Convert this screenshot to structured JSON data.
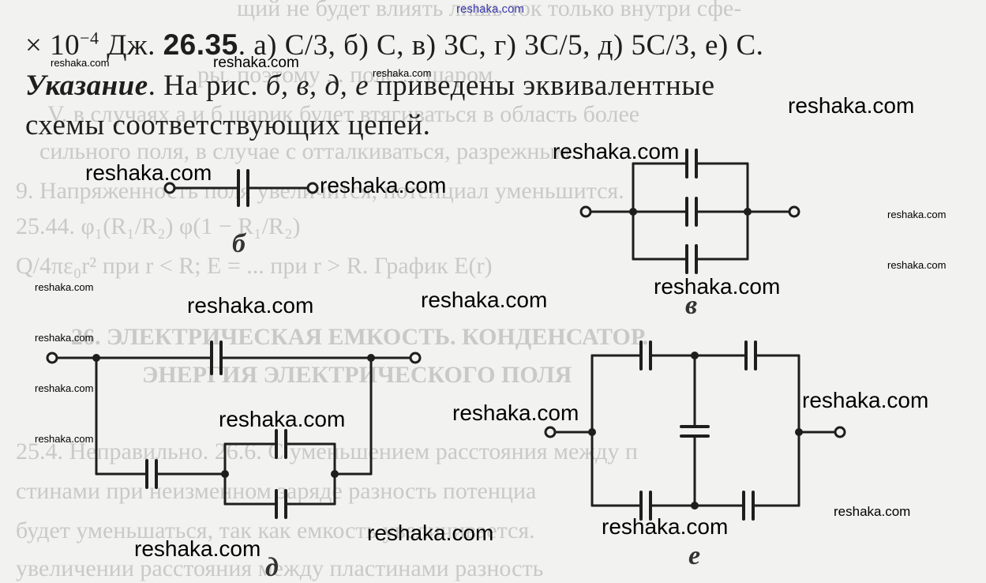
{
  "text": {
    "line1": {
      "prefix": "× 10",
      "exponent": "−4",
      "unit": " Дж. ",
      "problem_number": "26.35",
      "answers": ". а) C/3, б) C, в) 3C, г) 3C/5, д) 5C/3, е) C."
    },
    "line2": {
      "hint_label": "Указание",
      "text_before": ". На рис. ",
      "figures": "б, в, д, е",
      "text_after": " приведены эквивалентные"
    },
    "line3": "схемы соответствующих цепей."
  },
  "figure_labels": {
    "b": "б",
    "v": "в",
    "d": "д",
    "e": "е"
  },
  "background_text": [
    "щий не будет влиять лишь ток только внутри сфе-",
    "ры, поэтому ... поле ... шаром.",
    "V. в случаях а и б шарик будет втягиваться в область более",
    "сильного поля, в случае с отталкиваться, разрежным.",
    "9. Напряженность поля увеличится, потенциал уменьшится.",
    "25.44. φ₁(R₁/R₂) φ(1 − R₁/R₂)",
    "Q/4πε₀r² при r < R; E = ... при r > R. График E(r)",
    "26. ЭЛЕКТРИЧЕСКАЯ ЕМКОСТЬ. КОНДЕНСАТОР.",
    "ЭНЕРГИЯ ЭЛЕКТРИЧЕСКОГО ПОЛЯ",
    "25.4. Неправильно. 26.6. С уменьшением расстояния между п",
    "стинами при неизменном заряде разность потенциа",
    "будет уменьшаться, так как емкость увеличивается.",
    "увеличении расстояния между пластинами разность"
  ],
  "watermarks": [
    "reshaka.com",
    "reshaka.com",
    "reshaka.com",
    "reshaka.com",
    "reshaka.com",
    "reshaka.com",
    "reshaka.com",
    "reshaka.com",
    "reshaka.com",
    "reshaka.com",
    "reshaka.com",
    "reshaka.com",
    "reshaka.com",
    "reshaka.com",
    "reshaka.com",
    "reshaka.com",
    "reshaka.com",
    "reshaka.com",
    "reshaka.com",
    "reshaka.com",
    "reshaka.com",
    "reshaka.com"
  ],
  "colors": {
    "ink": "#1e1e1e",
    "paper": "#f2f2f0",
    "ghost_text": "#c9c9c7",
    "watermark": "#000000",
    "top_watermark": "#3a3ab0"
  }
}
